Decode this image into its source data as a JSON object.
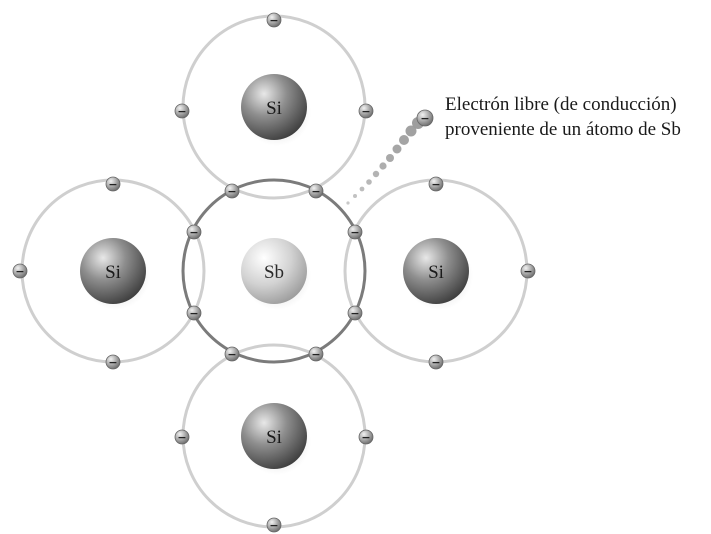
{
  "atoms": {
    "center": {
      "label": "Sb"
    },
    "top": {
      "label": "Si"
    },
    "left": {
      "label": "Si"
    },
    "right": {
      "label": "Si"
    },
    "bottom": {
      "label": "Si"
    }
  },
  "electron_sign": "−",
  "free_electron_caption": {
    "line1": "Electrón libre (de conducción)",
    "line2": "proveniente de un átomo de Sb"
  },
  "colors": {
    "si_orbit": "#cfcfcf",
    "sb_orbit": "#7b7b7b",
    "si_atom": "#7a7a7a",
    "sb_atom": "#cdcdcd",
    "electron": "#9a9a9a"
  }
}
